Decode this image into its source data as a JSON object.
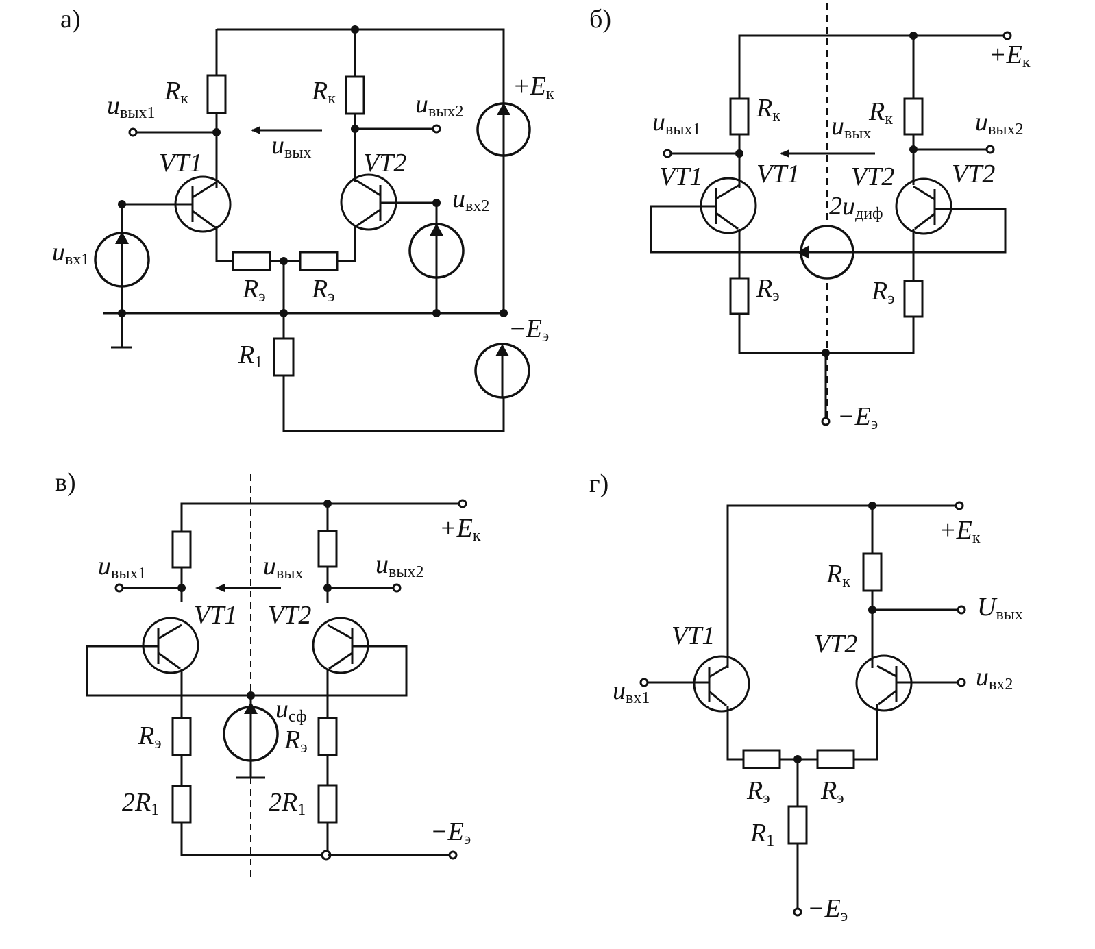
{
  "panels": {
    "a": {
      "tag": "а)",
      "rk_left": {
        "main": "R",
        "sub": "к"
      },
      "rk_right": {
        "main": "R",
        "sub": "к"
      },
      "uout1": {
        "main": "u",
        "sub": "вых1"
      },
      "uout2": {
        "main": "u",
        "sub": "вых2"
      },
      "uout": {
        "main": "u",
        "sub": "вых"
      },
      "vt1": "VT1",
      "vt2": "VT2",
      "uin1": {
        "main": "u",
        "sub": "вх1"
      },
      "uin2": {
        "main": "u",
        "sub": "вх2"
      },
      "re_left": {
        "main": "R",
        "sub": "э"
      },
      "re_right": {
        "main": "R",
        "sub": "э"
      },
      "r1": {
        "main": "R",
        "sub": "1"
      },
      "ek": {
        "main": "+E",
        "sub": "к"
      },
      "ee": {
        "main": "−E",
        "sub": "э"
      }
    },
    "b": {
      "tag": "б)",
      "ek": {
        "main": "+E",
        "sub": "к"
      },
      "rk_left": {
        "main": "R",
        "sub": "к"
      },
      "rk_right": {
        "main": "R",
        "sub": "к"
      },
      "uout1": {
        "main": "u",
        "sub": "вых1"
      },
      "uout2": {
        "main": "u",
        "sub": "вых2"
      },
      "uout": {
        "main": "u",
        "sub": "вых"
      },
      "vt1_a": "VT1",
      "vt1_b": "VT1",
      "vt2_a": "VT2",
      "vt2_b": "VT2",
      "udif": {
        "main": "2u",
        "sub": "диф"
      },
      "re_left": {
        "main": "R",
        "sub": "э"
      },
      "re_right": {
        "main": "R",
        "sub": "э"
      },
      "ee": {
        "main": "−E",
        "sub": "э"
      }
    },
    "c": {
      "tag": "в)",
      "ek": {
        "main": "+E",
        "sub": "к"
      },
      "uout1": {
        "main": "u",
        "sub": "вых1"
      },
      "uout2": {
        "main": "u",
        "sub": "вых2"
      },
      "uout": {
        "main": "u",
        "sub": "вых"
      },
      "vt1": "VT1",
      "vt2": "VT2",
      "usf": {
        "main": "u",
        "sub": "сф"
      },
      "re_left": {
        "main": "R",
        "sub": "э"
      },
      "re_right": {
        "main": "R",
        "sub": "э"
      },
      "r1_left": {
        "main": "2R",
        "sub": "1"
      },
      "r1_right": {
        "main": "2R",
        "sub": "1"
      },
      "ee": {
        "main": "−E",
        "sub": "э"
      }
    },
    "d": {
      "tag": "г)",
      "ek": {
        "main": "+E",
        "sub": "к"
      },
      "rk": {
        "main": "R",
        "sub": "к"
      },
      "uout": {
        "main": "U",
        "sub": "вых"
      },
      "vt1": "VT1",
      "vt2": "VT2",
      "uin1": {
        "main": "u",
        "sub": "вх1"
      },
      "uin2": {
        "main": "u",
        "sub": "вх2"
      },
      "re_left": {
        "main": "R",
        "sub": "э"
      },
      "re_right": {
        "main": "R",
        "sub": "э"
      },
      "r1": {
        "main": "R",
        "sub": "1"
      },
      "ee": {
        "main": "−E",
        "sub": "э"
      }
    }
  }
}
